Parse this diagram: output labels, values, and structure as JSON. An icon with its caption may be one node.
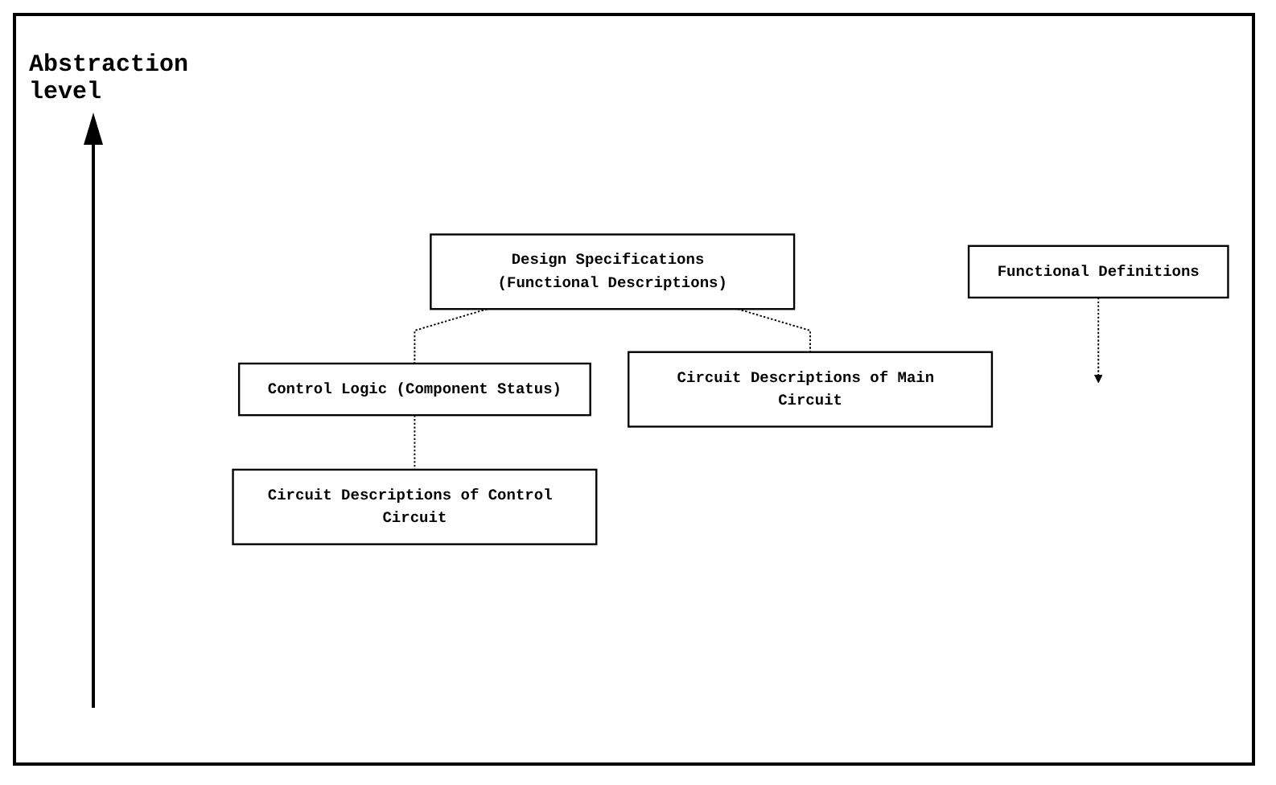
{
  "diagram": {
    "nodes": [
      {
        "text": [
          "Design Specifications (Functional Descriptions)"
        ]
      },
      {
        "text": [
          "Functional Definitions"
        ]
      },
      {
        "text": [
          "Control Logic (Component Status)"
        ]
      },
      {
        "text": [
          "Circuit Descriptions of Main Circuit"
        ]
      },
      {
        "text": [
          "Circuit Descriptions of Control Circuit"
        ]
      }
    ],
    "edges": [
      {
        "from": 1,
        "to": null,
        "arrow": "to",
        "style": "dashed"
      },
      {
        "from": 0,
        "to": 2,
        "arrow": "none",
        "style": "dashed"
      },
      {
        "from": 0,
        "to": 3,
        "arrow": "none",
        "style": "dashed"
      },
      {
        "from": 2,
        "to": 4,
        "arrow": "none",
        "style": "dashed"
      }
    ],
    "labels": [
      "Abstraction level"
    ]
  }
}
